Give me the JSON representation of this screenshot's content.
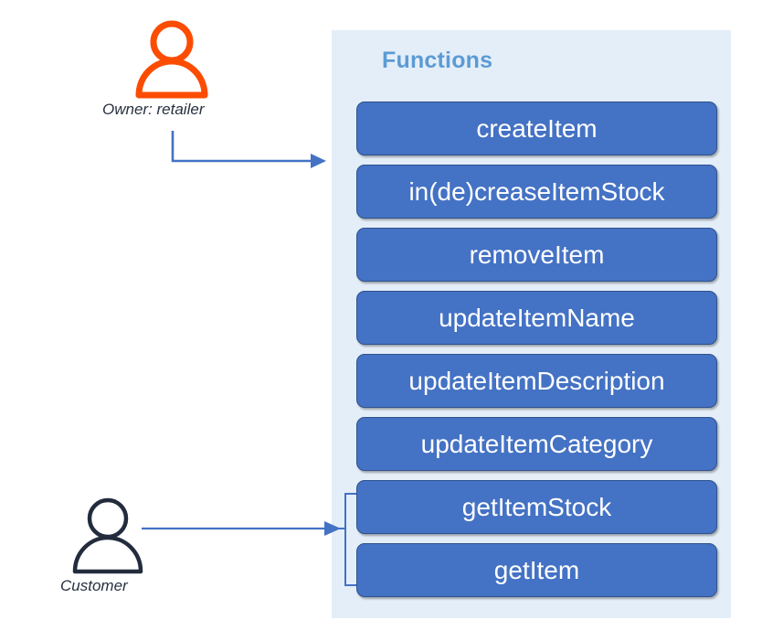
{
  "panel": {
    "title": "Functions",
    "background_color": "#E4EEF8",
    "title_color": "#5B9BD5"
  },
  "functions": {
    "box_fill_color": "#4472C4",
    "box_border_color": "#2F528F",
    "box_text_color": "#FFFFFF",
    "items": [
      {
        "label": "createItem"
      },
      {
        "label": "in(de)creaseItemStock"
      },
      {
        "label": "removeItem"
      },
      {
        "label": "updateItemName"
      },
      {
        "label": "updateItemDescription"
      },
      {
        "label": "updateItemCategory"
      },
      {
        "label": "getItemStock"
      },
      {
        "label": "getItem"
      }
    ]
  },
  "actors": {
    "owner": {
      "label": "Owner: retailer",
      "icon": "person-icon",
      "color": "#FC4C02"
    },
    "customer": {
      "label": "Customer",
      "icon": "person-icon",
      "color": "#232C3D"
    }
  },
  "connectors": {
    "arrow_color": "#4472C4",
    "owner_arrow": "elbow-arrow",
    "customer_arrow": "straight-arrow-with-bracket"
  }
}
